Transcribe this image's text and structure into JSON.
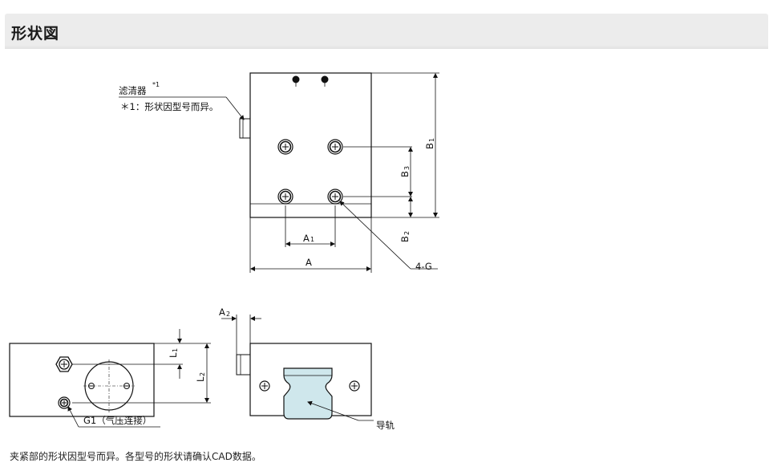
{
  "header": {
    "title": "形状図"
  },
  "top_view": {
    "filter_label": "滤清器",
    "filter_sup": "*1",
    "filter_note": "＊1：形状因型号而异。",
    "dim_A": "A",
    "dim_A1": "A",
    "dim_A1_sub": "1",
    "dim_B1": "B",
    "dim_B1_sub": "1",
    "dim_B2": "B",
    "dim_B2_sub": "2",
    "dim_B3": "B",
    "dim_B3_sub": "3",
    "hole_label": "4-G"
  },
  "side_view": {
    "dim_L1": "L",
    "dim_L1_sub": "1",
    "dim_L2": "L",
    "dim_L2_sub": "2",
    "port_label": "G1（气压连接）"
  },
  "front_view": {
    "dim_A2": "A",
    "dim_A2_sub": "2",
    "rail_label": "导轨"
  },
  "footnote": "夹紧部的形状因型号而异。各型号的形状请确认CAD数据。"
}
